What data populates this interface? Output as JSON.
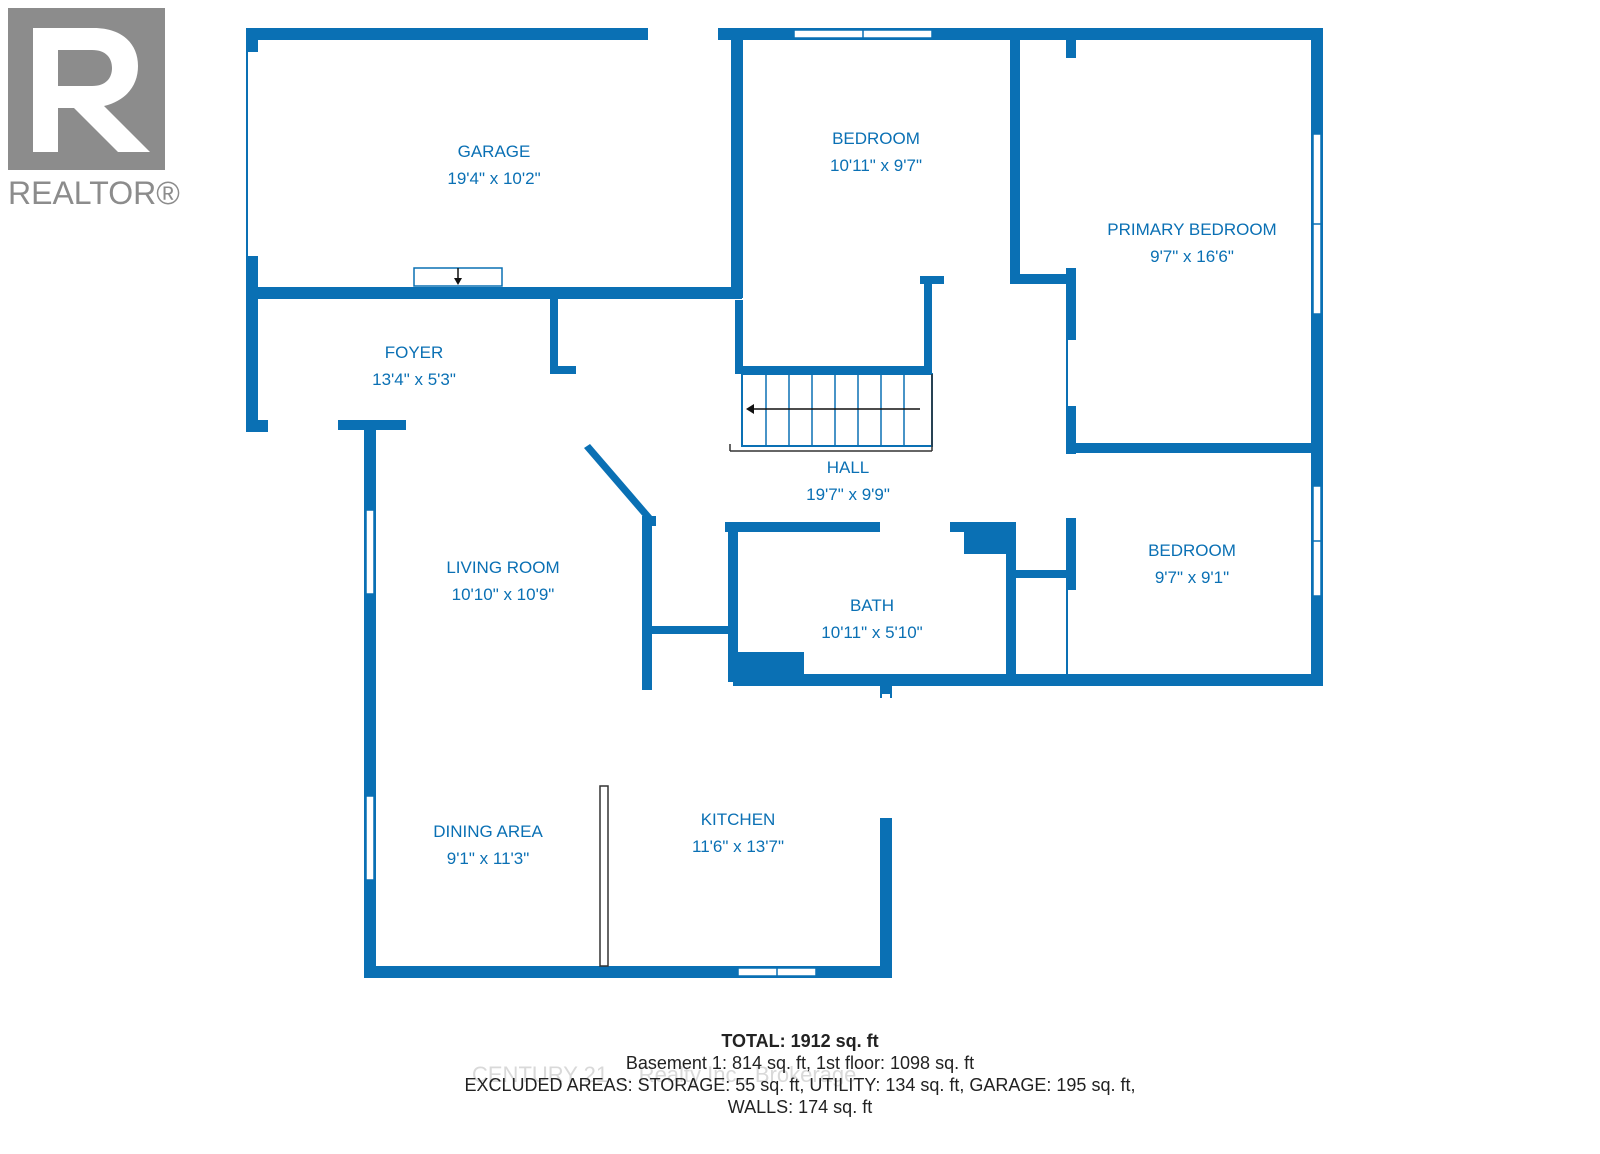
{
  "logo": {
    "text": "REALTOR®"
  },
  "rooms": {
    "garage": {
      "name": "GARAGE",
      "dims": "19'4\" x 10'2\""
    },
    "bedroom_top": {
      "name": "BEDROOM",
      "dims": "10'11\" x 9'7\""
    },
    "primary_bedroom": {
      "name": "PRIMARY BEDROOM",
      "dims": "9'7\" x 16'6\""
    },
    "foyer": {
      "name": "FOYER",
      "dims": "13'4\" x 5'3\""
    },
    "hall": {
      "name": "HALL",
      "dims": "19'7\" x 9'9\""
    },
    "living_room": {
      "name": "LIVING ROOM",
      "dims": "10'10\" x 10'9\""
    },
    "bath": {
      "name": "BATH",
      "dims": "10'11\" x 5'10\""
    },
    "bedroom_right": {
      "name": "BEDROOM",
      "dims": "9'7\" x 9'1\""
    },
    "dining_area": {
      "name": "DINING AREA",
      "dims": "9'1\" x 11'3\""
    },
    "kitchen": {
      "name": "KITCHEN",
      "dims": "11'6\" x 13'7\""
    }
  },
  "summary": {
    "total": "TOTAL: 1912 sq. ft",
    "floors": "Basement 1: 814 sq. ft, 1st floor: 1098 sq. ft",
    "excluded": "EXCLUDED AREAS: STORAGE: 55 sq. ft, UTILITY: 134 sq. ft, GARAGE: 195 sq. ft,",
    "walls": "WALLS: 174 sq. ft"
  },
  "watermark": "CENTURY 21 ... Realty Inc., Brokerage",
  "colors": {
    "wall": "#0a70b4",
    "logo": "#8c8c8c"
  }
}
